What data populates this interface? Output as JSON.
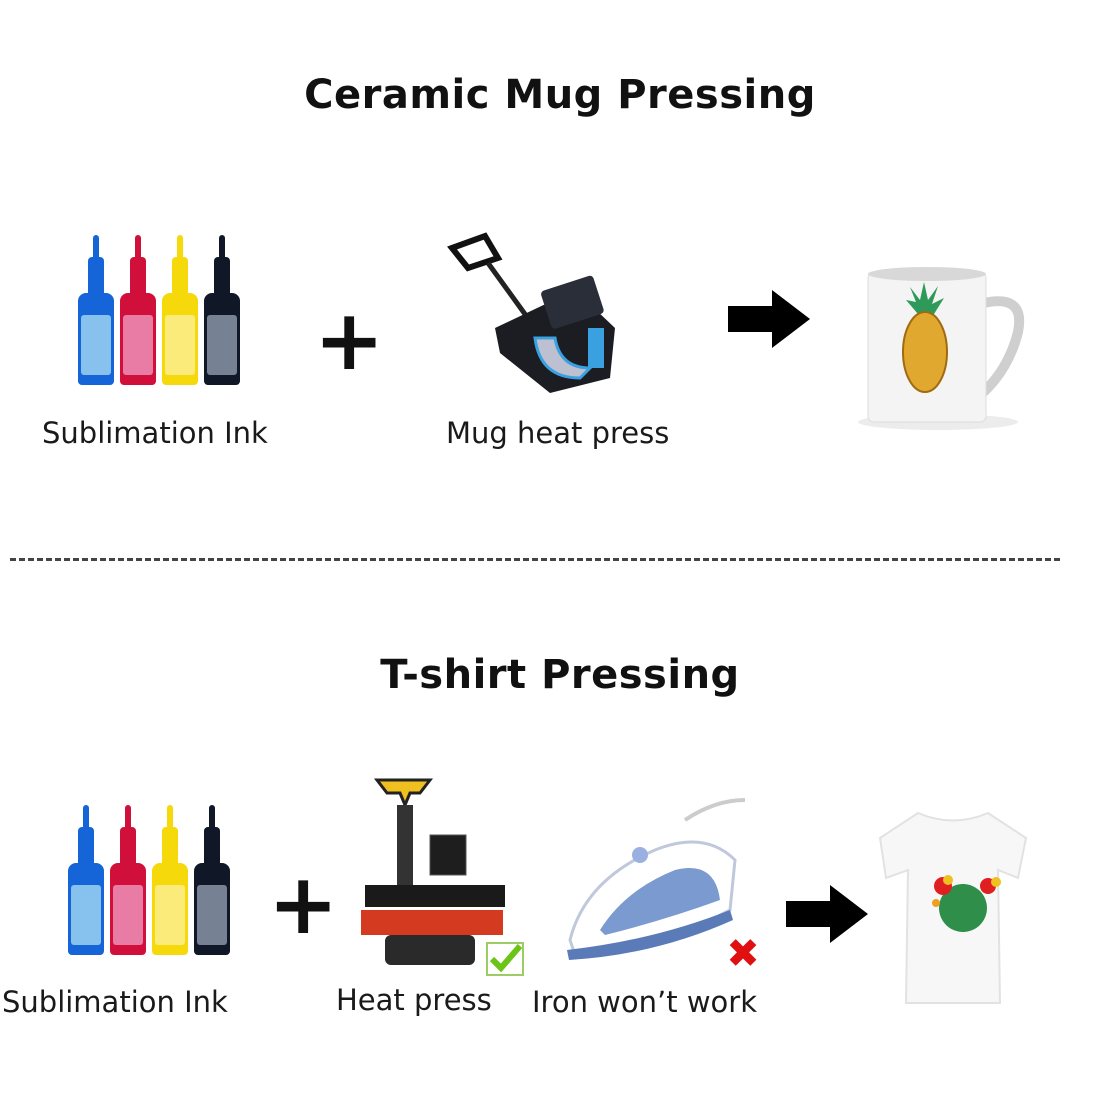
{
  "sections": [
    {
      "title": "Ceramic Mug Pressing",
      "steps": [
        {
          "label": "Sublimation Ink",
          "icon": "ink-bottles-icon"
        },
        {
          "operator": "+"
        },
        {
          "label": "Mug heat press",
          "icon": "mug-heat-press-icon"
        },
        {
          "operator": "arrow"
        },
        {
          "label": "",
          "icon": "printed-mug-icon",
          "result": "white mug with pineapple print"
        }
      ]
    },
    {
      "title": "T-shirt Pressing",
      "steps": [
        {
          "label": "Sublimation Ink",
          "icon": "ink-bottles-icon"
        },
        {
          "operator": "+"
        },
        {
          "label": "Heat press",
          "icon": "heat-press-icon",
          "status": "check"
        },
        {
          "label": "Iron won’t work",
          "icon": "steam-iron-icon",
          "status": "x"
        },
        {
          "operator": "arrow"
        },
        {
          "label": "",
          "icon": "printed-tshirt-icon",
          "result": "white t-shirt with colorful print"
        }
      ]
    }
  ],
  "plus_symbol": "+",
  "ink_colors": {
    "cyan": "#1565d8",
    "magenta": "#d0103a",
    "yellow": "#f5d90a",
    "black": "#101828"
  },
  "status_colors": {
    "check": "#6cc417",
    "x": "#e01010"
  }
}
